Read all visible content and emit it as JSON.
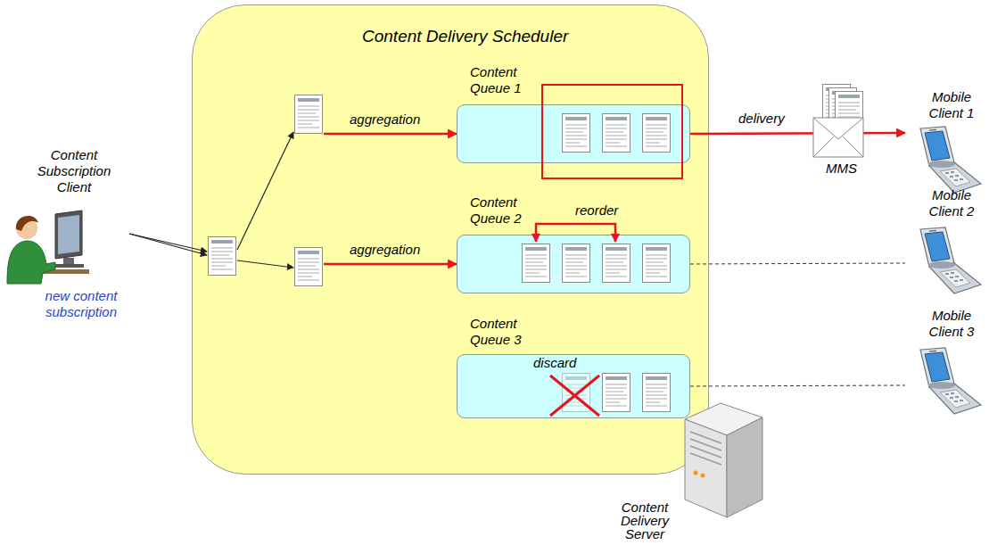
{
  "diagram": {
    "nodes": [
      {
        "text": [
          "Content Subscription Client",
          "new content subscription"
        ]
      },
      {
        "text": [
          "Content Delivery Scheduler"
        ]
      },
      {
        "text": [
          "Content Queue 1"
        ],
        "in": 1
      },
      {
        "text": [
          "Content Queue 2"
        ],
        "in": 1
      },
      {
        "text": [
          "Content Queue 3"
        ],
        "in": 1
      },
      {
        "text": [
          "Mobile Client 1"
        ]
      },
      {
        "text": [
          "Mobile Client 2"
        ]
      },
      {
        "text": [
          "Mobile Client 3"
        ]
      },
      {
        "text": [
          "Content Delivery Server"
        ]
      }
    ],
    "edges": [
      {
        "from": 0,
        "to": 2,
        "label": "aggregation",
        "arrow": "to"
      },
      {
        "from": 0,
        "to": 3,
        "label": "aggregation",
        "arrow": "to"
      },
      {
        "from": 2,
        "to": 5,
        "label": "delivery",
        "arrow": "to"
      },
      {
        "from": 3,
        "to": 6,
        "arrow": "none"
      },
      {
        "from": 4,
        "to": 7,
        "arrow": "none"
      }
    ],
    "labels": [
      "reorder",
      "discard",
      "MMS"
    ]
  }
}
